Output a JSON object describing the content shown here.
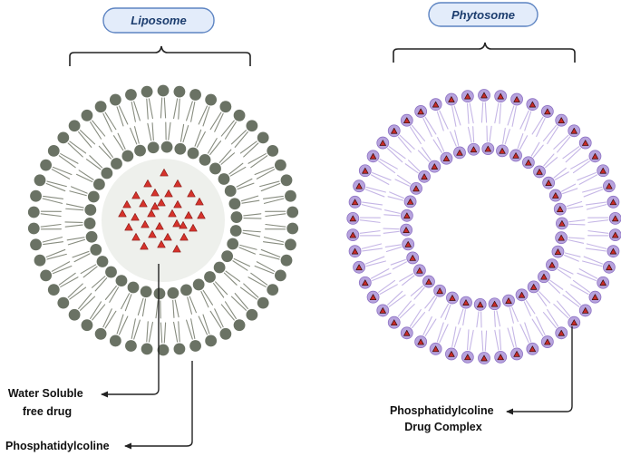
{
  "liposome": {
    "title": "Liposome",
    "labels": {
      "core": "Water Soluble\nfree drug",
      "membrane": "Phosphatidylcoline"
    },
    "colors": {
      "head": "#6a7264",
      "tail": "#878c7f",
      "core": "#eef0ec",
      "drug": "#d6332c"
    }
  },
  "phytosome": {
    "title": "Phytosome",
    "labels": {
      "complex": "Phosphatidylcoline\nDrug Complex"
    },
    "colors": {
      "head": "#b7a3dd",
      "head_stroke": "#8d73c4",
      "tail": "#c5b6e6",
      "drug": "#c62a27"
    }
  },
  "pill_colors": {
    "fill": "#e3ecfa",
    "stroke": "#5d84c2",
    "text": "#1c3d6e"
  }
}
